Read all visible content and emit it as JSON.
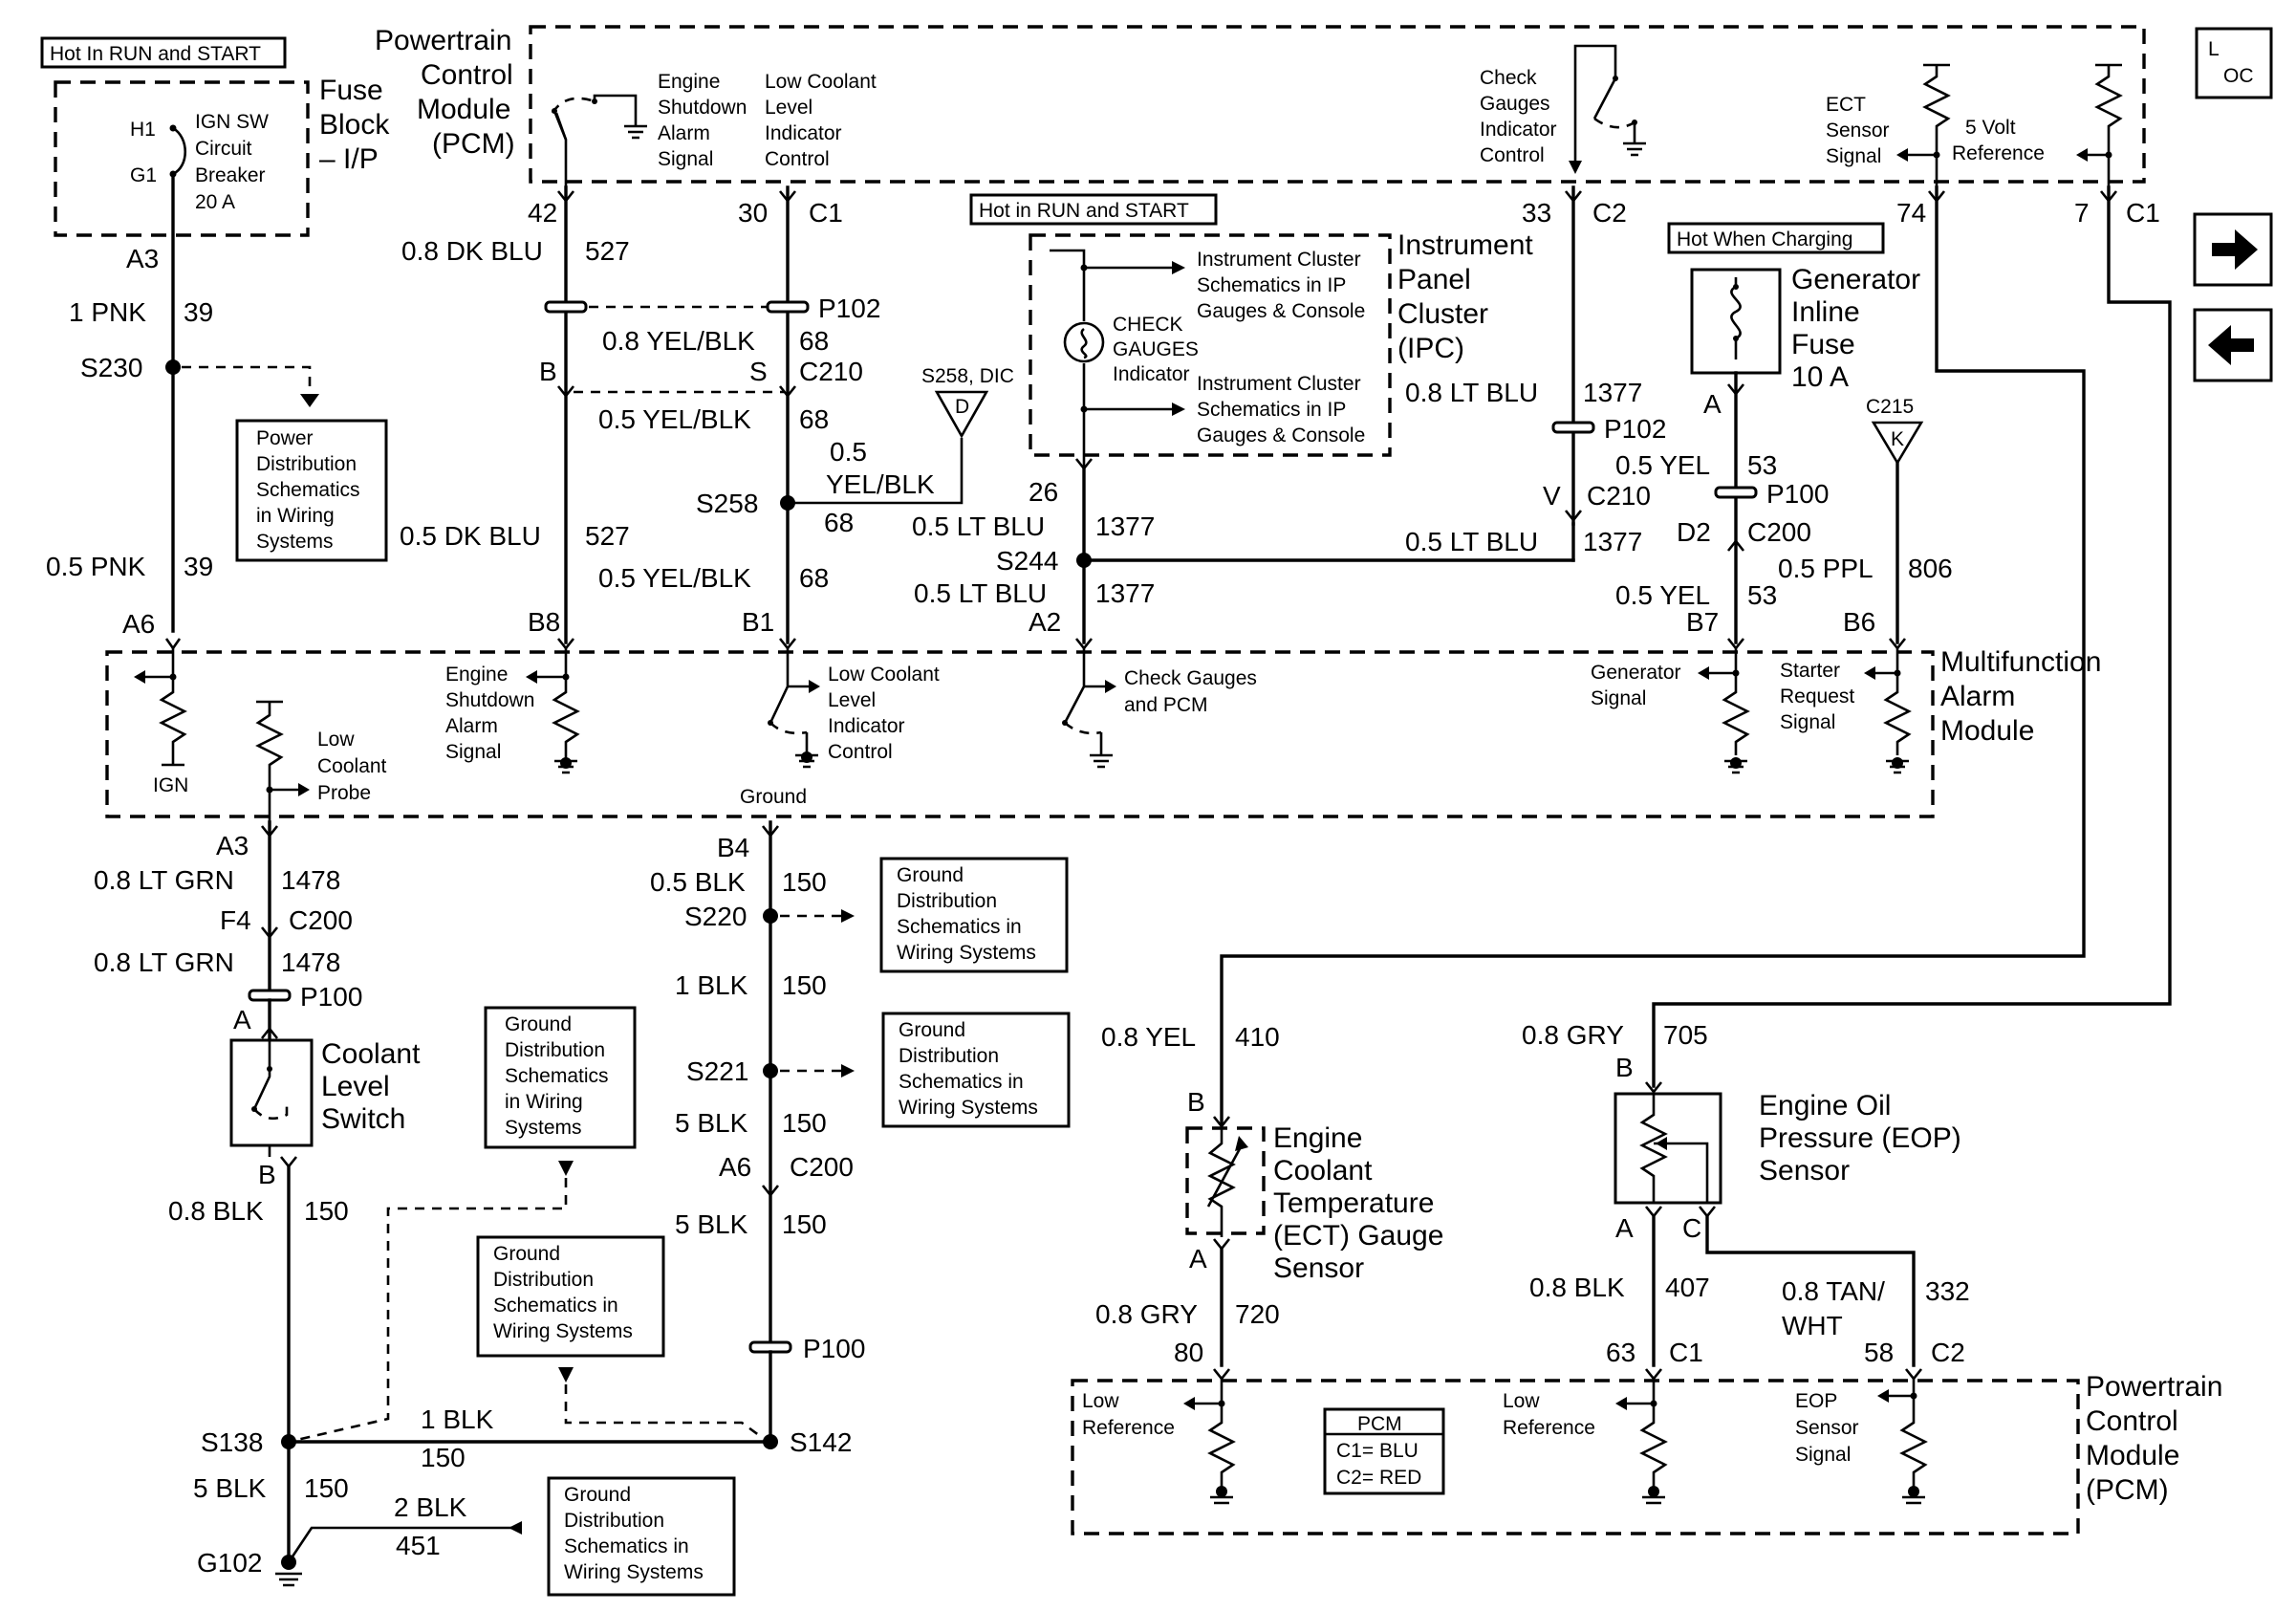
{
  "loc_badge": {
    "top": "L",
    "bottom": "OC"
  },
  "nav": {
    "next_icon": "arrow-right-icon",
    "prev_icon": "arrow-left-icon"
  },
  "hot_labels": {
    "hot_run_start_1": "Hot In RUN and START",
    "hot_run_start_2": "Hot in RUN and START",
    "hot_charging": "Hot When Charging"
  },
  "components": {
    "fuse_block": [
      "Fuse",
      "Block",
      "– I/P"
    ],
    "fuse_inside": [
      "IGN SW",
      "Circuit",
      "Breaker",
      "20 A"
    ],
    "fuse_pins": [
      "H1",
      "G1"
    ],
    "pcm_top": [
      "Powertrain",
      "Control",
      "Module",
      "(PCM)"
    ],
    "pcm_top_esa": [
      "Engine",
      "Shutdown",
      "Alarm",
      "Signal"
    ],
    "pcm_top_lcl": [
      "Low Coolant",
      "Level",
      "Indicator",
      "Control"
    ],
    "pcm_top_cgi": [
      "Check",
      "Gauges",
      "Indicator",
      "Control"
    ],
    "pcm_top_ect": [
      "ECT",
      "Sensor",
      "Signal"
    ],
    "pcm_top_5v": [
      "5 Volt",
      "Reference"
    ],
    "ipc": [
      "Instrument",
      "Panel",
      "Cluster",
      "(IPC)"
    ],
    "ipc_ref1": [
      "Instrument Cluster",
      "Schematics in IP",
      "Gauges & Console"
    ],
    "ipc_ref2": [
      "Instrument Cluster",
      "Schematics in IP",
      "Gauges & Console"
    ],
    "ipc_check": [
      "CHECK",
      "GAUGES",
      "Indicator"
    ],
    "gen_fuse": [
      "Generator",
      "Inline",
      "Fuse",
      "10 A"
    ],
    "mam": [
      "Multifunction",
      "Alarm",
      "Module"
    ],
    "mam_ign": "IGN",
    "mam_probe": [
      "Low",
      "Coolant",
      "Probe"
    ],
    "mam_esa": [
      "Engine",
      "Shutdown",
      "Alarm",
      "Signal"
    ],
    "mam_lcl": [
      "Low Coolant",
      "Level",
      "Indicator",
      "Control"
    ],
    "mam_cgp": [
      "Check Gauges",
      "and PCM"
    ],
    "mam_gen": [
      "Generator",
      "Signal"
    ],
    "mam_start": [
      "Starter",
      "Request",
      "Signal"
    ],
    "mam_ground": "Ground",
    "coolant_switch": [
      "Coolant",
      "Level",
      "Switch"
    ],
    "ect_sensor": [
      "Engine",
      "Coolant",
      "Temperature",
      "(ECT) Gauge",
      "Sensor"
    ],
    "eop_sensor": [
      "Engine Oil",
      "Pressure (EOP)",
      "Sensor"
    ],
    "pcm_bot": [
      "Powertrain",
      "Control",
      "Module",
      "(PCM)"
    ],
    "pcm_bot_low1": [
      "Low",
      "Reference"
    ],
    "pcm_bot_low2": [
      "Low",
      "Reference"
    ],
    "pcm_bot_eop": [
      "EOP",
      "Sensor",
      "Signal"
    ],
    "pcm_legend": [
      "PCM",
      "C1= BLU",
      "C2= RED"
    ],
    "power_dist": [
      "Power",
      "Distribution",
      "Schematics",
      "in Wiring",
      "Systems"
    ],
    "gd1": [
      "Ground",
      "Distribution",
      "Schematics in",
      "Wiring Systems"
    ],
    "gd2": [
      "Ground",
      "Distribution",
      "Schematics in",
      "Wiring Systems"
    ],
    "gd3": [
      "Ground",
      "Distribution",
      "Schematics",
      "in Wiring",
      "Systems"
    ],
    "gd4": [
      "Ground",
      "Distribution",
      "Schematics in",
      "Wiring Systems"
    ],
    "gd5": [
      "Ground",
      "Distribution",
      "Schematics in",
      "Wiring Systems"
    ]
  },
  "labels": {
    "a3": "A3",
    "pnk1": "1 PNK",
    "c39a": "39",
    "s230": "S230",
    "pnk05": "0.5 PNK",
    "c39b": "39",
    "a6": "A6",
    "p42": "42",
    "dkblu08": "0.8 DK BLU",
    "c527a": "527",
    "b_527": "B",
    "dkblu05": "0.5 DK BLU",
    "c527b": "527",
    "b8": "B8",
    "p30": "30",
    "c1a": "C1",
    "p102a": "P102",
    "ybk08": "0.8 YEL/BLK",
    "c68a": "68",
    "s_68": "S",
    "c210a": "C210",
    "ybk05a": "0.5 YEL/BLK",
    "c68b": "68",
    "s258": "S258",
    "c68c": "68",
    "ybk05b": "0.5 YEL/BLK",
    "c68d": "68",
    "b1": "B1",
    "s258dic": "S258, DIC",
    "d_tri": "D",
    "yb_05": "0.5",
    "yb_yb": "YEL/BLK",
    "p26": "26",
    "ltblu05a": "0.5 LT BLU",
    "c1377a": "1377",
    "s244": "S244",
    "ltblu05b": "0.5 LT BLU",
    "c1377b": "1377",
    "a2": "A2",
    "ltblu08": "0.8 LT BLU",
    "c1377c": "1377",
    "p102b": "P102",
    "v": "V",
    "c210b": "C210",
    "ltblu05c": "0.5 LT BLU",
    "c1377d": "1377",
    "p33": "33",
    "c2a": "C2",
    "a_53": "A",
    "yel05a": "0.5 YEL",
    "c53a": "53",
    "p100a": "P100",
    "d2": "D2",
    "c200a": "C200",
    "yel05b": "0.5 YEL",
    "c53b": "53",
    "b7": "B7",
    "c215": "C215",
    "k_tri": "K",
    "ppl05": "0.5 PPL",
    "c806": "806",
    "b6": "B6",
    "p74": "74",
    "p7": "7",
    "c1b": "C1",
    "a3b": "A3",
    "ltgrn08a": "0.8 LT GRN",
    "c1478a": "1478",
    "f4": "F4",
    "c200b": "C200",
    "ltgrn08b": "0.8 LT GRN",
    "c1478b": "1478",
    "p100b": "P100",
    "a_sw": "A",
    "b_sw": "B",
    "blk08": "0.8 BLK",
    "c150a": "150",
    "b4": "B4",
    "blk05": "0.5 BLK",
    "c150b": "150",
    "s220": "S220",
    "blk1a": "1 BLK",
    "c150c": "150",
    "s221": "S221",
    "blk5a": "5 BLK",
    "c150d": "150",
    "a6b": "A6",
    "c200c": "C200",
    "blk5b": "5 BLK",
    "c150e": "150",
    "p100c": "P100",
    "s138": "S138",
    "blk1b": "1 BLK",
    "c150f": "150",
    "s142": "S142",
    "blk5c": "5 BLK",
    "c150g": "150",
    "blk2": "2 BLK",
    "c451": "451",
    "g102": "G102",
    "yel08": "0.8 YEL",
    "c410": "410",
    "b_ect": "B",
    "a_ect": "A",
    "gry08a": "0.8 GRY",
    "c720": "720",
    "p80": "80",
    "gry08b": "0.8 GRY",
    "c705": "705",
    "b_eop": "B",
    "a_eop": "A",
    "c_eop": "C",
    "blk08b": "0.8 BLK",
    "c407": "407",
    "tan08": "0.8 TAN/",
    "wht": "WHT",
    "c332": "332",
    "p63": "63",
    "c1c": "C1",
    "p58": "58",
    "c2b": "C2"
  }
}
